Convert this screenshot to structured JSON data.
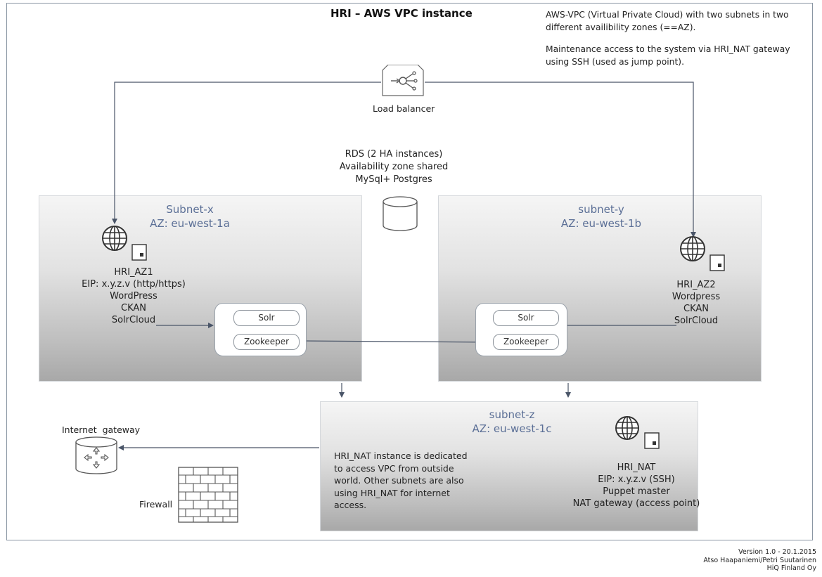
{
  "title": "HRI – AWS VPC instance",
  "description": [
    "AWS-VPC (Virtual Private Cloud) with two subnets in two different availibility zones (==AZ).",
    "Maintenance access to the system via HRI_NAT gateway using SSH (used as jump point)."
  ],
  "load_balancer": {
    "label": "Load balancer",
    "icon": "load-balancer-icon"
  },
  "rds": {
    "lines": [
      "RDS (2 HA instances)",
      "Availability zone shared",
      "MySql+ Postgres"
    ],
    "icon": "database-icon"
  },
  "subnets": {
    "x": {
      "name": "Subnet-x",
      "az": "AZ: eu-west-1a",
      "instance": [
        "HRI_AZ1",
        "EIP: x.y.z.v (http/https)",
        "WordPress",
        "CKAN",
        "SolrCloud"
      ],
      "icon": "web-server-icon"
    },
    "y": {
      "name": "subnet-y",
      "az": "AZ: eu-west-1b",
      "instance": [
        "HRI_AZ2",
        "Wordpress",
        "CKAN",
        "SolrCloud"
      ],
      "icon": "web-server-icon"
    },
    "z": {
      "name": "subnet-z",
      "az": "AZ: eu-west-1c",
      "instance": [
        "HRI_NAT",
        "EIP: x.y.z.v (SSH)",
        "Puppet master",
        "NAT gateway (access point)"
      ],
      "note": "HRI_NAT instance is dedicated to access VPC from outside world. Other subnets are also using HRI_NAT for internet access.",
      "icon": "web-server-icon"
    }
  },
  "solr_cluster": {
    "solr": "Solr",
    "zookeeper": "Zookeeper"
  },
  "internet_gateway": {
    "label": "Internet  gateway",
    "icon": "internet-gateway-icon"
  },
  "firewall": {
    "label": "Firewall",
    "icon": "firewall-icon"
  },
  "version": [
    "Version 1.0 - 20.1.2015",
    "Atso Haapaniemi/Petri Suutarinen",
    "HiQ Finland Oy"
  ]
}
